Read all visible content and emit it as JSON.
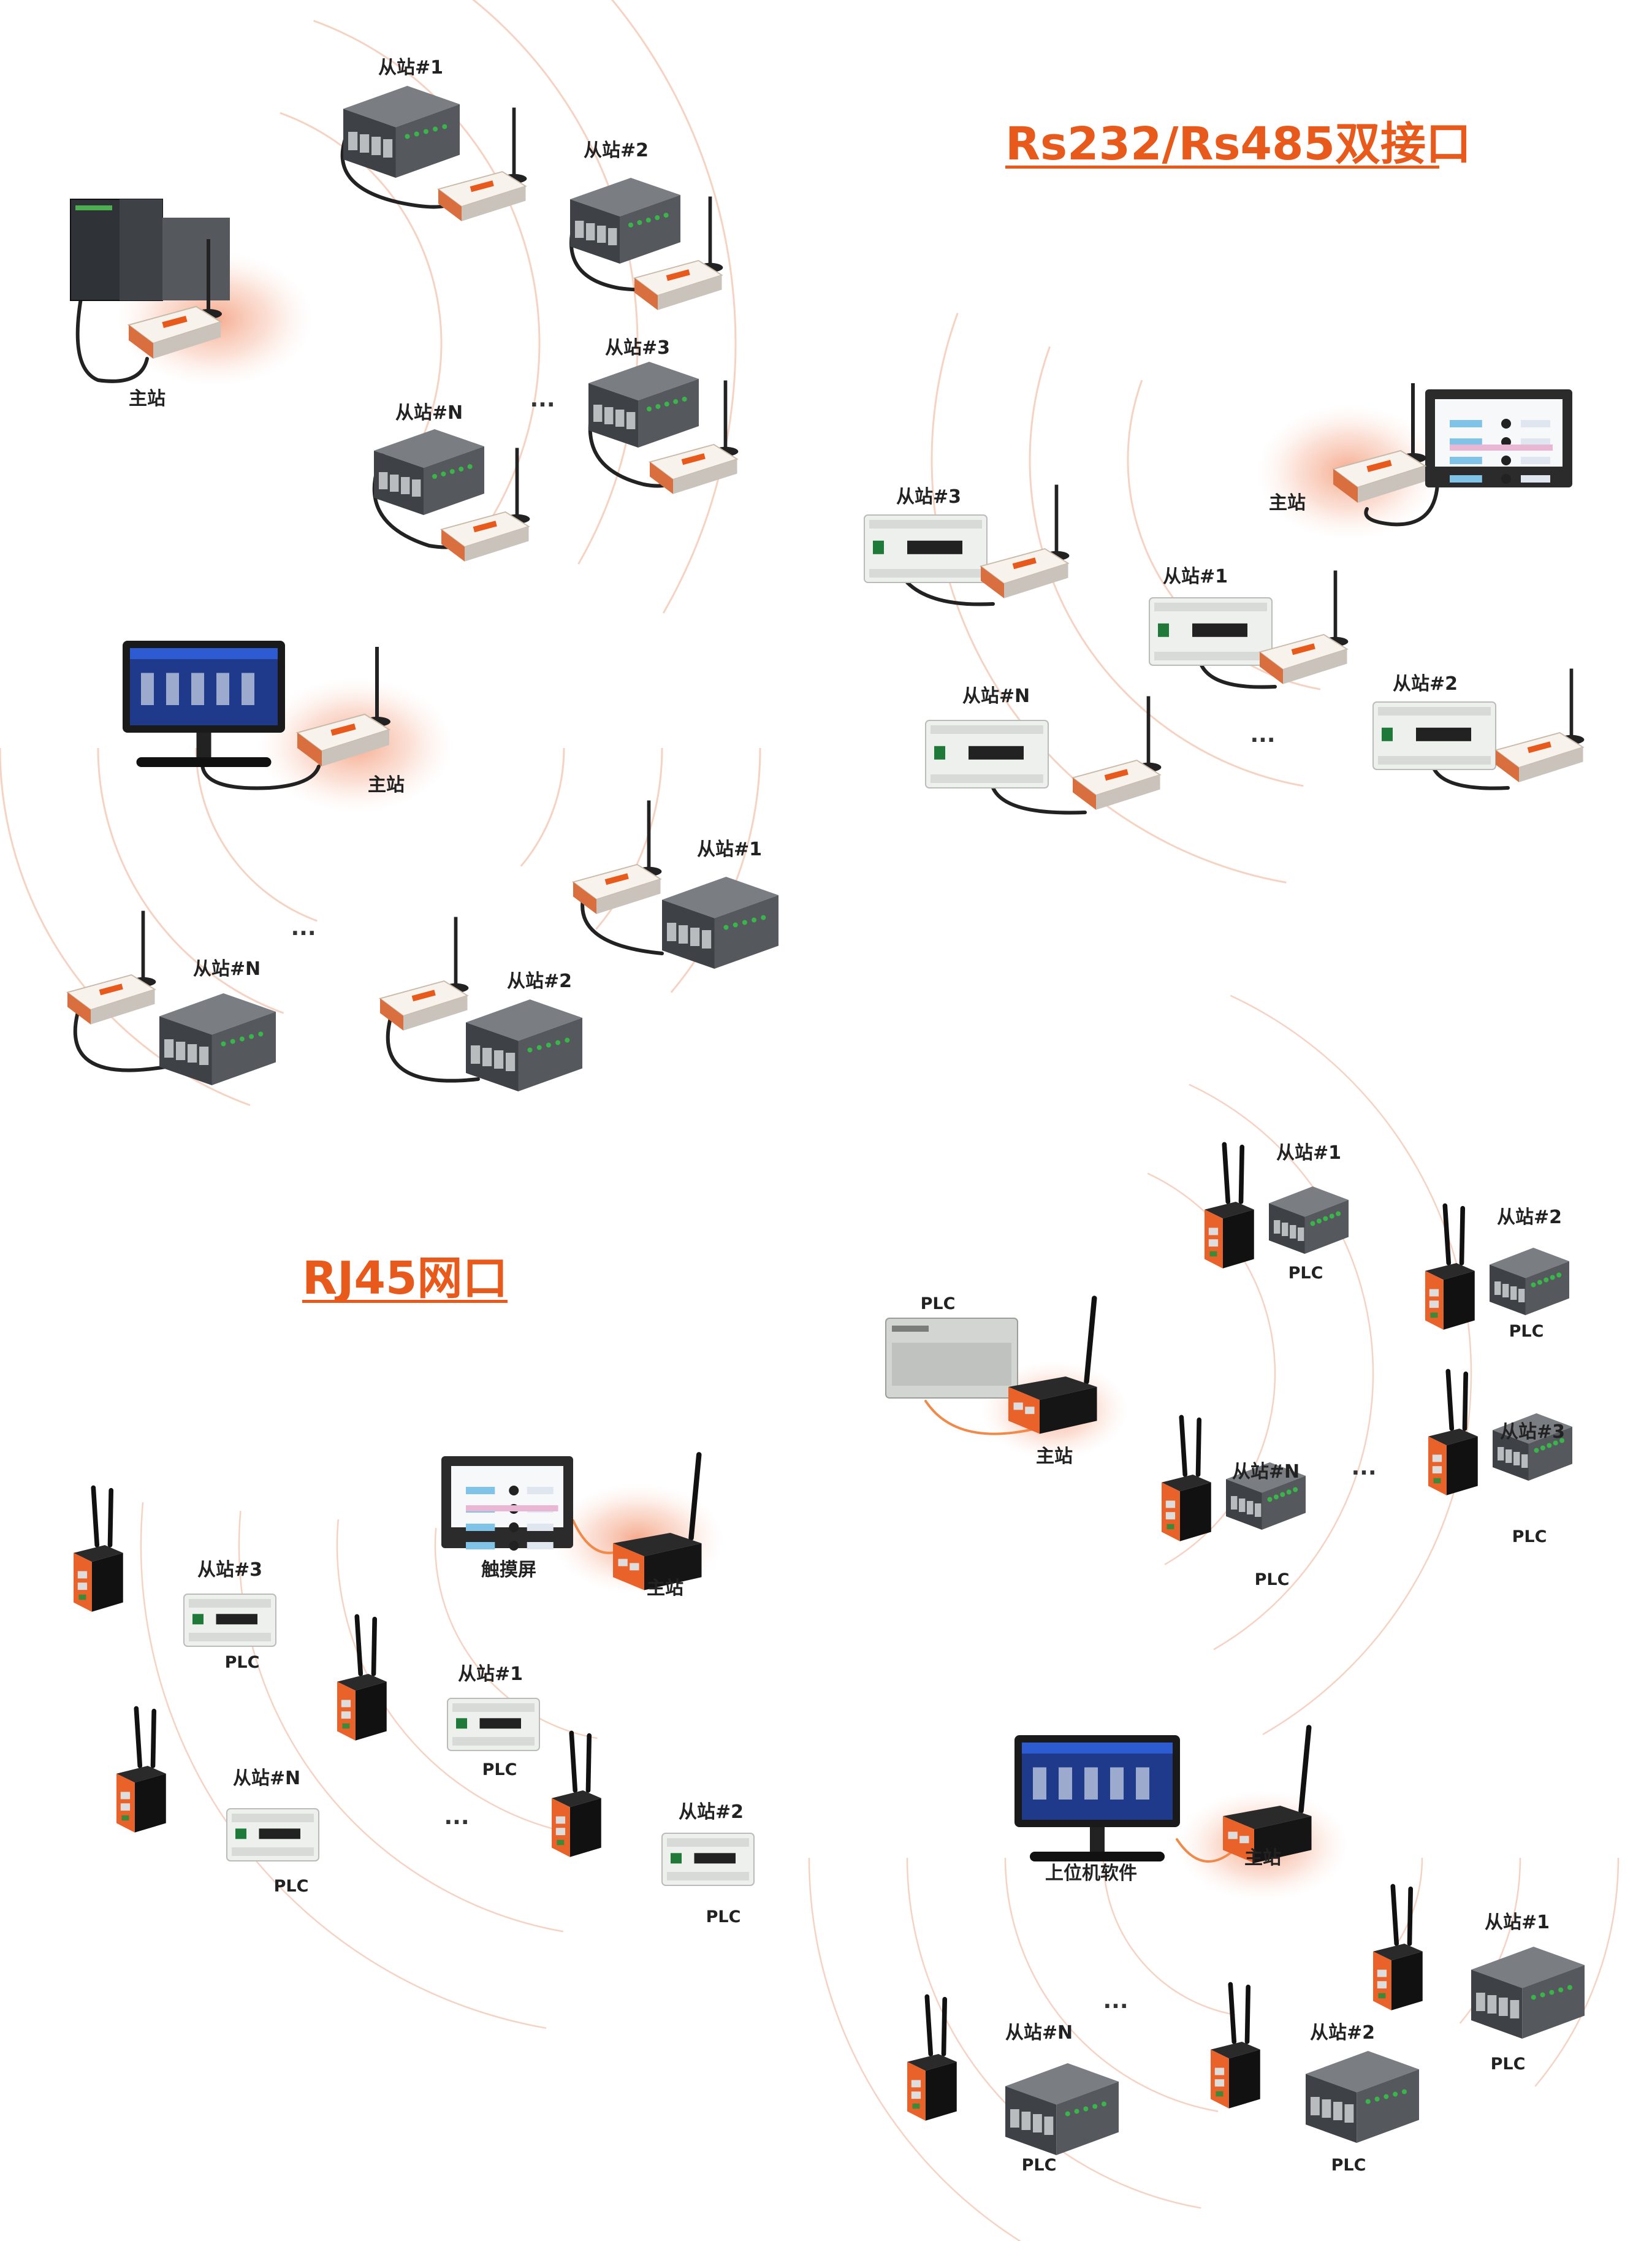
{
  "headings": {
    "serial": "Rs232/Rs485双接口",
    "ethernet": "RJ45网口"
  },
  "labels": {
    "master": "主站",
    "slave1": "从站#1",
    "slave2": "从站#2",
    "slave3": "从站#3",
    "slaveN": "从站#N",
    "plc": "PLC",
    "touchscreen": "触摸屏",
    "host_software": "上位机软件",
    "ellipsis": "..."
  },
  "colors": {
    "accent": "#e85a1b",
    "router": "#e8622a",
    "glow": "#f7b9a1",
    "plc_dark": "#4a4d52",
    "plc_light": "#eef0ee",
    "cable": "#222222",
    "cable_orange": "#f08a4b"
  }
}
